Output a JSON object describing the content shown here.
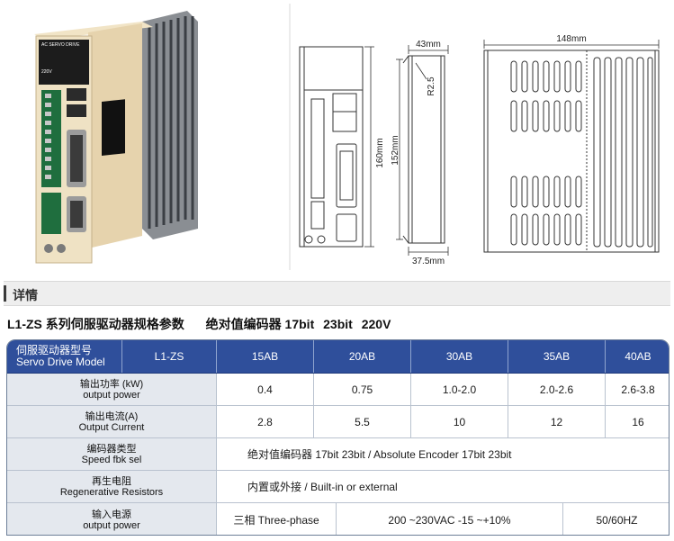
{
  "front_label": "AC SERVO DRIVE",
  "voltage_label": "220V",
  "dimensions": {
    "width_side": "43mm",
    "radius": "R2.5",
    "height_front": "160mm",
    "height_side": "152mm",
    "depth_bottom": "37.5mm",
    "length_top": "148mm"
  },
  "section_title": "详情",
  "spec_title": [
    "L1-ZS 系列伺服驱动器规格参数",
    "绝对值编码器 17bit",
    "23bit",
    "220V"
  ],
  "table": {
    "header": {
      "label_cn": "伺服驱动器型号",
      "label_en": "Servo Drive Model",
      "series": "L1-ZS",
      "models": [
        "15AB",
        "20AB",
        "30AB",
        "35AB",
        "40AB"
      ]
    },
    "rows": [
      {
        "cn": "输出功率 (kW)",
        "en": "output power",
        "values": [
          "0.4",
          "0.75",
          "1.0-2.0",
          "2.0-2.6",
          "2.6-3.8"
        ]
      },
      {
        "cn": "输出电流(A)",
        "en": "Output Current",
        "values": [
          "2.8",
          "5.5",
          "10",
          "12",
          "16"
        ]
      },
      {
        "cn": "编码器类型",
        "en": "Speed fbk sel",
        "text": "绝对值编码器 17bit 23bit / Absolute Encoder 17bit 23bit"
      },
      {
        "cn": "再生电阻",
        "en": "Regenerative Resistors",
        "text": "内置或外接 / Built-in or external"
      },
      {
        "cn": "输入电源",
        "en": "output power",
        "phase": "三相 Three-phase",
        "voltage": "200 ~230VAC -15 ~+10%",
        "freq": "50/60HZ"
      }
    ]
  },
  "colors": {
    "header_bg": "#2f4f9b",
    "label_bg": "#e4e8ee",
    "drive_body": "#e6d3ad"
  }
}
